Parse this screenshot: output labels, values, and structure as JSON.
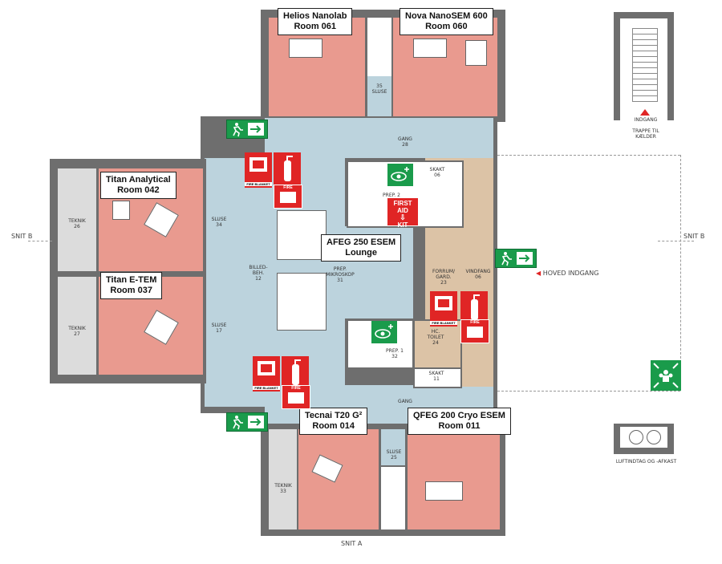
{
  "rooms": {
    "helios": {
      "line1": "Helios Nanolab",
      "line2": "Room 061"
    },
    "nova": {
      "line1": "Nova NanoSEM 600",
      "line2": "Room 060"
    },
    "titan_analytical": {
      "line1": "Titan Analytical",
      "line2": "Room 042"
    },
    "titan_etem": {
      "line1": "Titan E-TEM",
      "line2": "Room 037"
    },
    "afeg": {
      "line1": "AFEG 250 ESEM",
      "line2": "Lounge"
    },
    "tecnai": {
      "line1": "Tecnai T20 G²",
      "line2": "Room 014"
    },
    "qfeg": {
      "line1": "QFEG 200 Cryo ESEM",
      "line2": "Room 011"
    }
  },
  "plan_labels": {
    "sluse_top": "SLUSE",
    "sluse_top_no": "35",
    "gang_top": "GANG",
    "gang_top_no": "28",
    "skakt_top": "SKAKT",
    "skakt_top_no": "06",
    "prep2": "PREP. 2",
    "teknik_26": "TEKNIK",
    "teknik_26_no": "26",
    "sluse_34": "SLUSE",
    "sluse_34_no": "34",
    "billedbeh": "BILLED-",
    "billedbeh2": "BEH.",
    "billedbeh_no": "12",
    "prep_mikroskop": "PREP.",
    "prep_mikroskop2": "MIKROSKOP",
    "prep_mikroskop_no": "31",
    "forrum": "FORRUM/",
    "forrum2": "GARD.",
    "forrum_no": "23",
    "vindfang": "VINDFANG",
    "vindfang_no": "06",
    "teknik_27": "TEKNIK",
    "teknik_27_no": "27",
    "sluse_17": "SLUSE",
    "sluse_17_no": "17",
    "prep1": "PREP. 1",
    "prep1_no": "32",
    "hc_toilet": "HC.",
    "hc_toilet2": "TOILET",
    "hc_toilet_no": "24",
    "skakt_bottom": "SKAKT",
    "skakt_bottom_no": "11",
    "gang_bottom": "GANG",
    "sluse_25": "SLUSE",
    "sluse_25_no": "25",
    "teknik_33": "TEKNIK",
    "teknik_33_no": "33",
    "indgang": "INDGANG",
    "trappe": "TRAPPE TIL",
    "trappe2": "KÆLDER",
    "hoved_indgang": "HOVED INDGANG",
    "snit_b_left": "SNIT B",
    "snit_b_right": "SNIT B",
    "snit_a": "SNIT A",
    "luftindtag": "LUFTINDTAG OG -AFKAST"
  },
  "signs": {
    "first_aid_line1": "FIRST AID",
    "first_aid_line2": "KIT",
    "fire_blanket": "FIRE BLANKET",
    "fire": "FIRE"
  },
  "colors": {
    "lab": "#e99a8f",
    "corridor": "#bcd3dd",
    "technical": "#dcdcdc",
    "entrance": "#dcc3a6",
    "exit_green": "#1a9b4b",
    "fire_red": "#e02525"
  }
}
